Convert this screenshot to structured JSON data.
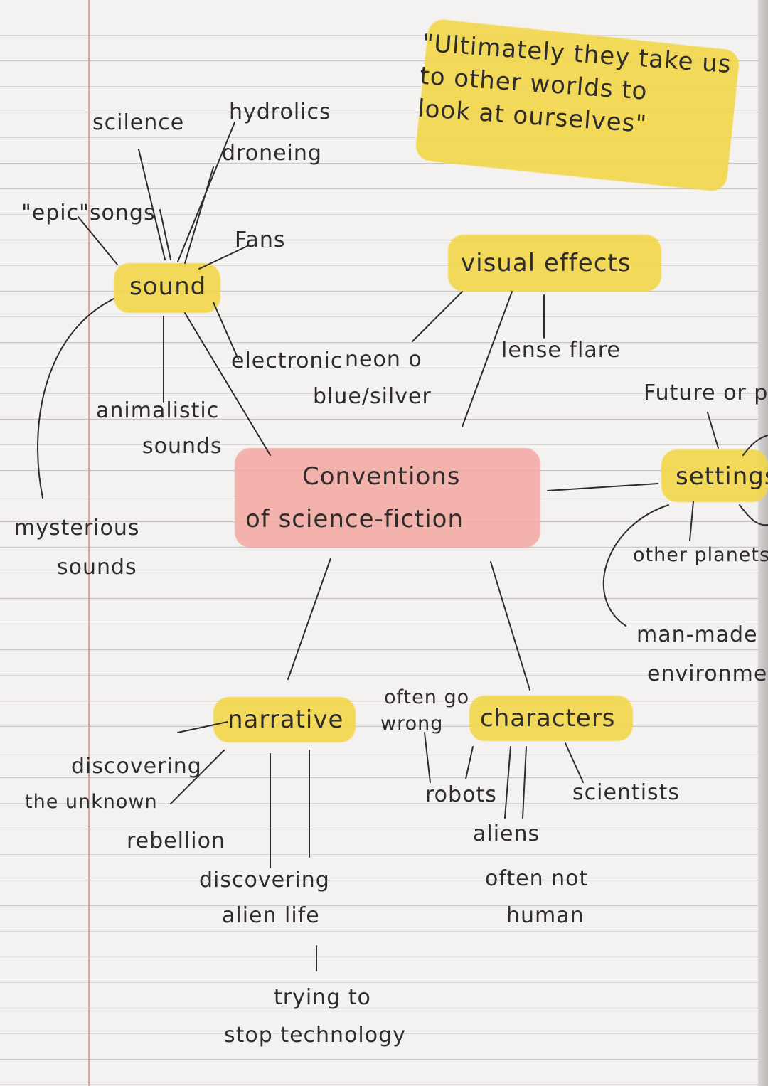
{
  "quote": {
    "line1": "\"Ultimately they take us",
    "line2": "to other worlds to",
    "line3": "look at ourselves\""
  },
  "central": {
    "line1": "Conventions",
    "line2": "of science-fiction"
  },
  "sound": {
    "label": "sound",
    "items": {
      "science": "scilence",
      "hydrolics": "hydrolics",
      "droning": "droneing",
      "epic_songs": "\"epic\"songs",
      "fans": "Fans",
      "electronic": "electronic",
      "animalistic_1": "animalistic",
      "animalistic_2": "sounds",
      "mysterious_1": "mysterious",
      "mysterious_2": "sounds"
    }
  },
  "visual_effects": {
    "label": "visual effects",
    "items": {
      "neon": "neon o",
      "blue_silver": "blue/silver",
      "lense_flare": "lense flare"
    }
  },
  "settings": {
    "label": "settings",
    "items": {
      "future": "Future or p",
      "other_planets": "other planets",
      "man_made_1": "man-made",
      "man_made_2": "environmen"
    }
  },
  "narrative": {
    "label": "narrative",
    "items": {
      "discovering_unknown_1": "discovering",
      "discovering_unknown_2": "the unknown",
      "rebellion": "rebellion",
      "alien_life_1": "discovering",
      "alien_life_2": "alien life",
      "stop_tech_1": "trying to",
      "stop_tech_2": "stop technology"
    }
  },
  "characters": {
    "label": "characters",
    "items": {
      "often_1": "often go",
      "often_2": "wrong",
      "robots": "robots",
      "scientists": "scientists",
      "aliens": "aliens",
      "not_human_1": "often not",
      "not_human_2": "human"
    }
  },
  "colors": {
    "highlight_yellow": "#f2d74a",
    "highlight_pink": "#f3a9a1",
    "ink": "#2f2c2c",
    "margin_red": "#e8a3a0"
  }
}
